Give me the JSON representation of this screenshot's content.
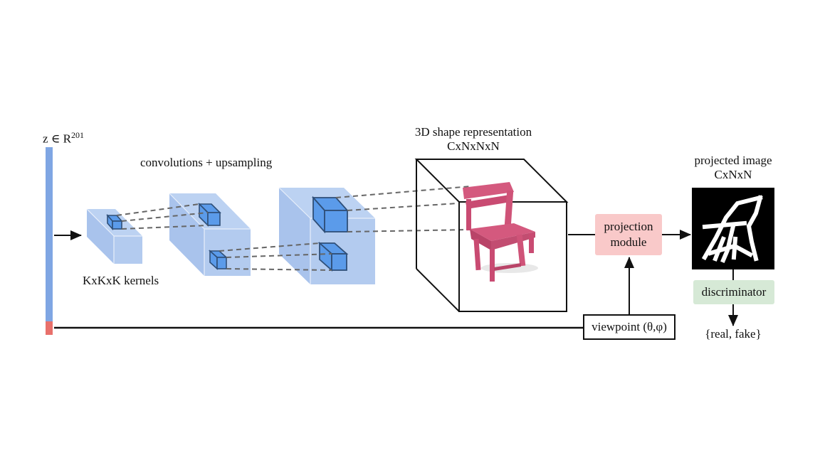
{
  "title": "3D shape generation with projection module and discriminator",
  "latent": {
    "label_prefix": "z ∈ R",
    "label_superscript": "201",
    "colors": {
      "main": "#7fa6e3",
      "viewpoint_part": "#e8706b"
    }
  },
  "generator": {
    "title": "convolutions + upsampling",
    "kernel_label": "KxKxK kernels",
    "colors": {
      "volume_fill": "#b3cbef",
      "volume_edge": "#e8effa",
      "kernel_fill": "#5b9bea",
      "kernel_stroke": "#2f4f78",
      "dash": "#666666"
    }
  },
  "shape": {
    "title_line1": "3D shape representation",
    "title_line2": "CxNxNxN",
    "voxel_color": "#d4597e"
  },
  "projection": {
    "label_line1": "projection",
    "label_line2": "module",
    "color": "#f9c9c9"
  },
  "projected_image": {
    "title_line1": "projected image",
    "title_line2": "CxNxN"
  },
  "discriminator": {
    "label": "discriminator",
    "color": "#d6e9d6",
    "output": "{real, fake}"
  },
  "viewpoint": {
    "label": "viewpoint (θ,φ)"
  }
}
